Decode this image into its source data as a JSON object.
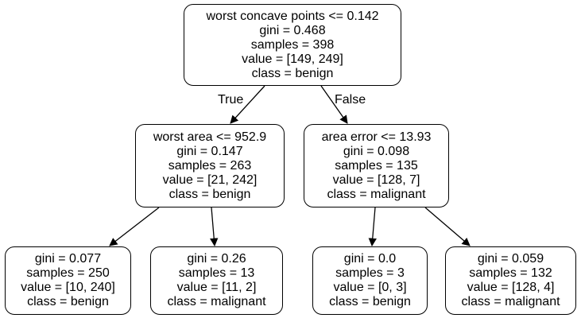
{
  "nodes": [
    {
      "lines": [
        "worst concave points <= 0.142",
        "gini = 0.468",
        "samples = 398",
        "value = [149, 249]",
        "class = benign"
      ]
    },
    {
      "lines": [
        "worst area <= 952.9",
        "gini = 0.147",
        "samples = 263",
        "value = [21, 242]",
        "class = benign"
      ]
    },
    {
      "lines": [
        "area error <= 13.93",
        "gini = 0.098",
        "samples = 135",
        "value = [128, 7]",
        "class = malignant"
      ]
    },
    {
      "lines": [
        "gini = 0.077",
        "samples = 250",
        "value = [10, 240]",
        "class = benign"
      ]
    },
    {
      "lines": [
        "gini = 0.26",
        "samples = 13",
        "value = [11, 2]",
        "class = malignant"
      ]
    },
    {
      "lines": [
        "gini = 0.0",
        "samples = 3",
        "value = [0, 3]",
        "class = benign"
      ]
    },
    {
      "lines": [
        "gini = 0.059",
        "samples = 132",
        "value = [128, 4]",
        "class = malignant"
      ]
    }
  ],
  "edge_labels": {
    "true": "True",
    "false": "False"
  },
  "colors": {
    "stroke": "#000000",
    "fill": "#ffffff",
    "text": "#000000"
  }
}
